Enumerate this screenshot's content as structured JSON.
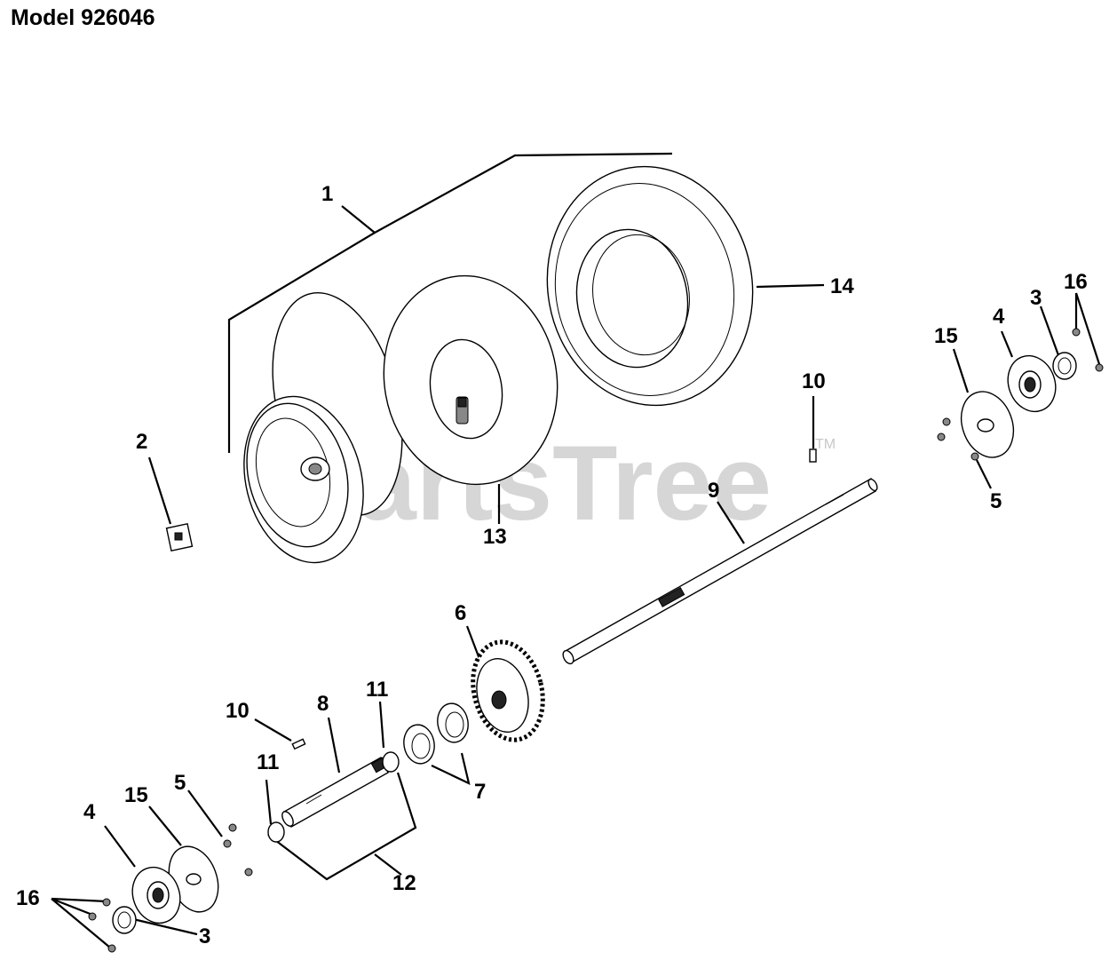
{
  "title": "Model 926046",
  "watermark": "PartsTree",
  "watermark_mark": "TM",
  "callouts": [
    {
      "id": "c1",
      "label": "1"
    },
    {
      "id": "c2",
      "label": "2"
    },
    {
      "id": "c13",
      "label": "13"
    },
    {
      "id": "c14",
      "label": "14"
    },
    {
      "id": "c10a",
      "label": "10"
    },
    {
      "id": "c9",
      "label": "9"
    },
    {
      "id": "c15a",
      "label": "15"
    },
    {
      "id": "c4a",
      "label": "4"
    },
    {
      "id": "c3a",
      "label": "3"
    },
    {
      "id": "c16a",
      "label": "16"
    },
    {
      "id": "c5a",
      "label": "5"
    },
    {
      "id": "c6",
      "label": "6"
    },
    {
      "id": "c10b",
      "label": "10"
    },
    {
      "id": "c8",
      "label": "8"
    },
    {
      "id": "c11a",
      "label": "11"
    },
    {
      "id": "c11b",
      "label": "11"
    },
    {
      "id": "c7",
      "label": "7"
    },
    {
      "id": "c12",
      "label": "12"
    },
    {
      "id": "c5b",
      "label": "5"
    },
    {
      "id": "c15b",
      "label": "15"
    },
    {
      "id": "c4b",
      "label": "4"
    },
    {
      "id": "c16b",
      "label": "16"
    },
    {
      "id": "c3b",
      "label": "3"
    }
  ]
}
